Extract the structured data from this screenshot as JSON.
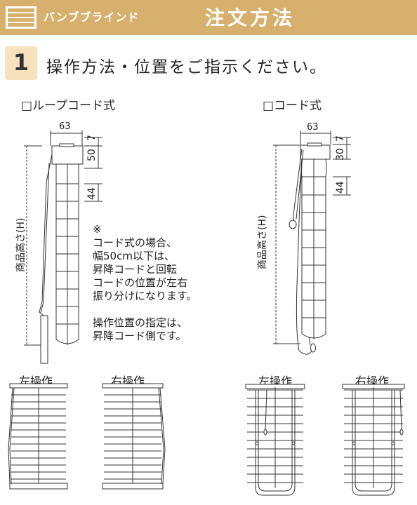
{
  "header": {
    "subtitle": "バンブブラインド",
    "title": "注文方法"
  },
  "step": {
    "number": "1",
    "text": "操作方法・位置をご指示ください。"
  },
  "loop_cord": {
    "label": "□ループコード式",
    "dims": {
      "width": "63",
      "d1": "7",
      "d2": "50",
      "d3": "44"
    },
    "height_label": "商品高さ(H)",
    "note": "※\nコード式の場合、\n幅50cm以下は、\n昇降コードと回転\nコードの位置が左右\n振り分けになります。\n\n操作位置の指定は、\n昇降コード側です。"
  },
  "cord": {
    "label": "□コード式",
    "dims": {
      "width": "63",
      "d1": "7",
      "d2": "30",
      "d3": "44"
    },
    "height_label": "商品高さ(H)"
  },
  "operation": {
    "left": "左操作",
    "right": "右操作"
  }
}
